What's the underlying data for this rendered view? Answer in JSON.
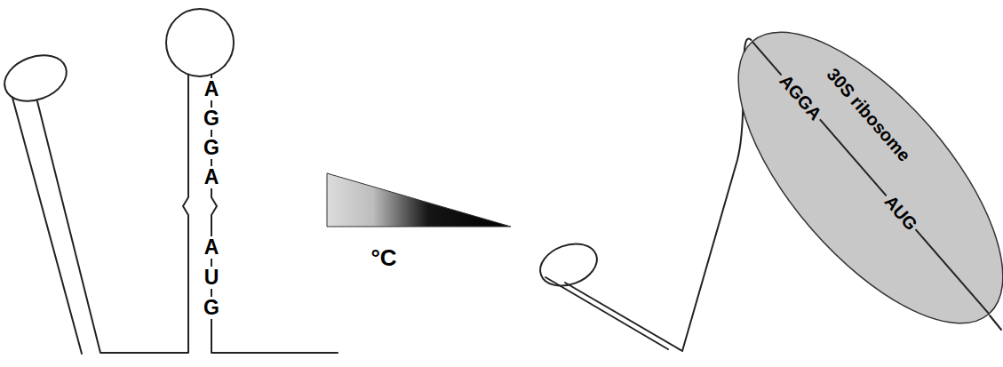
{
  "diagram": {
    "nodes": [
      {
        "text": [
          "30S ribosome",
          "AGGA",
          "AUG"
        ]
      }
    ],
    "labels": [
      "A",
      "G",
      "G",
      "A",
      "A",
      "U",
      "G",
      "°C"
    ]
  }
}
